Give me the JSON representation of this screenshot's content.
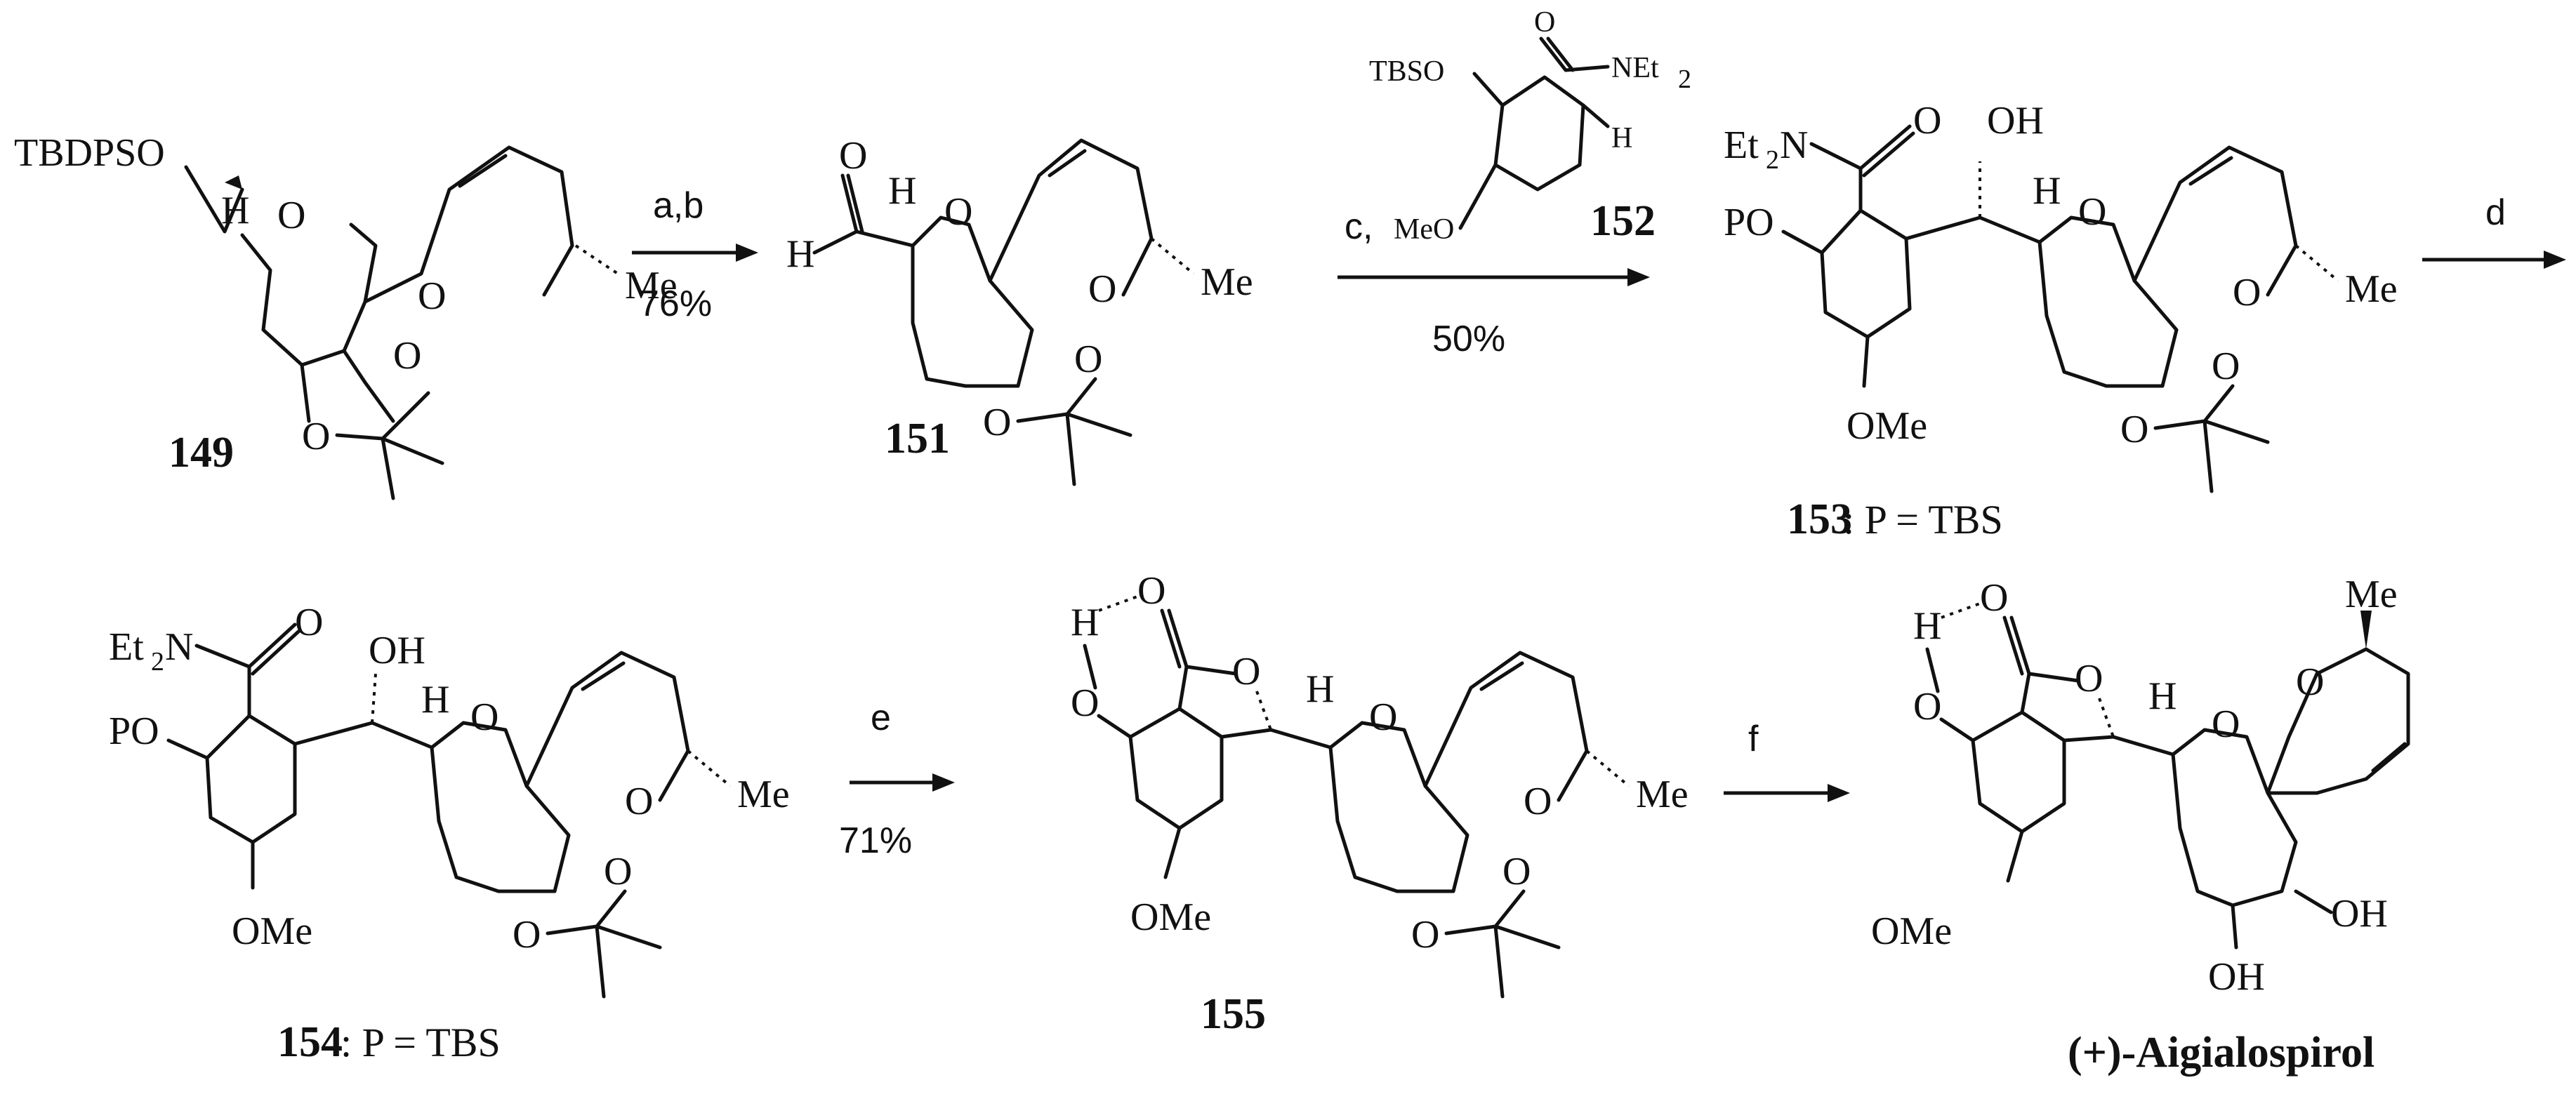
{
  "scheme": {
    "compounds": {
      "c149": {
        "number": "149"
      },
      "c151": {
        "number": "151"
      },
      "c152": {
        "number": "152"
      },
      "c153": {
        "number": "153",
        "note": ": P = TBS"
      },
      "c154": {
        "number": "154",
        "note": ": P = TBS"
      },
      "c155": {
        "number": "155"
      },
      "final": {
        "name": "(+)-Aigialospirol"
      }
    },
    "arrows": {
      "ab": {
        "label": "a,b",
        "yield": "76%"
      },
      "c": {
        "label": "c,",
        "yield": "50%"
      },
      "d": {
        "label": "d"
      },
      "e": {
        "label": "e",
        "yield": "71%"
      },
      "f": {
        "label": "f"
      }
    },
    "atom_labels": {
      "tbdpso": "TBDPSO",
      "tbso": "TBSO",
      "meo": "MeO",
      "ome": "OMe",
      "o": "O",
      "h": "H",
      "me": "Me",
      "net": "NEt",
      "et": "Et",
      "n": "N",
      "two": "2",
      "oh": "OH",
      "po": "PO"
    }
  }
}
